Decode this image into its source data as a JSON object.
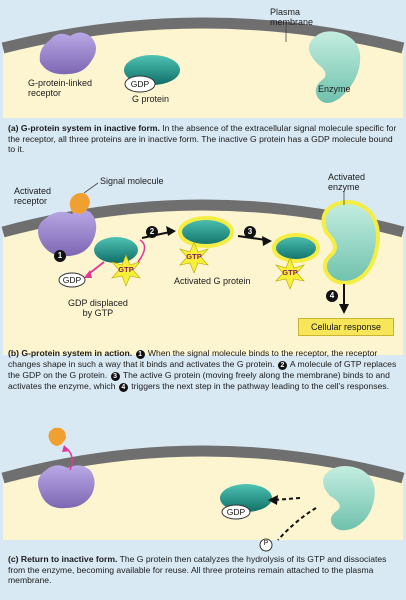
{
  "panel_a": {
    "labels": {
      "plasma_membrane": "Plasma\nmembrane",
      "receptor": "G-protein-linked\nreceptor",
      "gdp": "GDP",
      "g_protein": "G protein",
      "enzyme": "Enzyme"
    },
    "caption_title": "(a) G-protein system in inactive form.",
    "caption_text": " In the absence of the extracellular signal molecule specific for the receptor, all three proteins are in inactive form. The inactive G protein has a GDP molecule bound to it."
  },
  "panel_b": {
    "labels": {
      "signal_molecule": "Signal molecule",
      "activated_receptor": "Activated\nreceptor",
      "activated_enzyme": "Activated\nenzyme",
      "gdp": "GDP",
      "gtp": "GTP",
      "gdp_displaced": "GDP displaced\nby GTP",
      "activated_g_protein": "Activated G protein",
      "cellular_response": "Cellular response"
    },
    "step_numbers": [
      "1",
      "2",
      "3",
      "4"
    ],
    "caption_title": "(b) G-protein system in action.",
    "caption_parts": [
      " When the signal molecule binds to the receptor, the receptor changes shape in such a way that it binds and activates the G protein.",
      " A molecule of GTP replaces the GDP on the G protein.",
      " The active G protein (moving freely along the membrane) binds to and activates the enzyme, which",
      " triggers the next step in the pathway leading to the cell's responses."
    ]
  },
  "panel_c": {
    "labels": {
      "gdp": "GDP",
      "phosphate": "P"
    },
    "caption_title": "(c) Return to inactive form.",
    "caption_text": " The G protein then catalyzes the hydrolysis of its GTP and dissociates from the enzyme, becoming available for reuse. All three proteins remain attached to the plasma membrane."
  },
  "colors": {
    "membrane": "#6f6f6f",
    "cytoplasm": "#fdf5cf",
    "receptor": "#9a87c9",
    "g_protein": "#1b8f86",
    "enzyme": "#9fd9c9",
    "signal": "#f0a030",
    "gtp_star": "#f6f03a",
    "highlight": "#f4ee44",
    "arrow_pink": "#e0379a"
  }
}
